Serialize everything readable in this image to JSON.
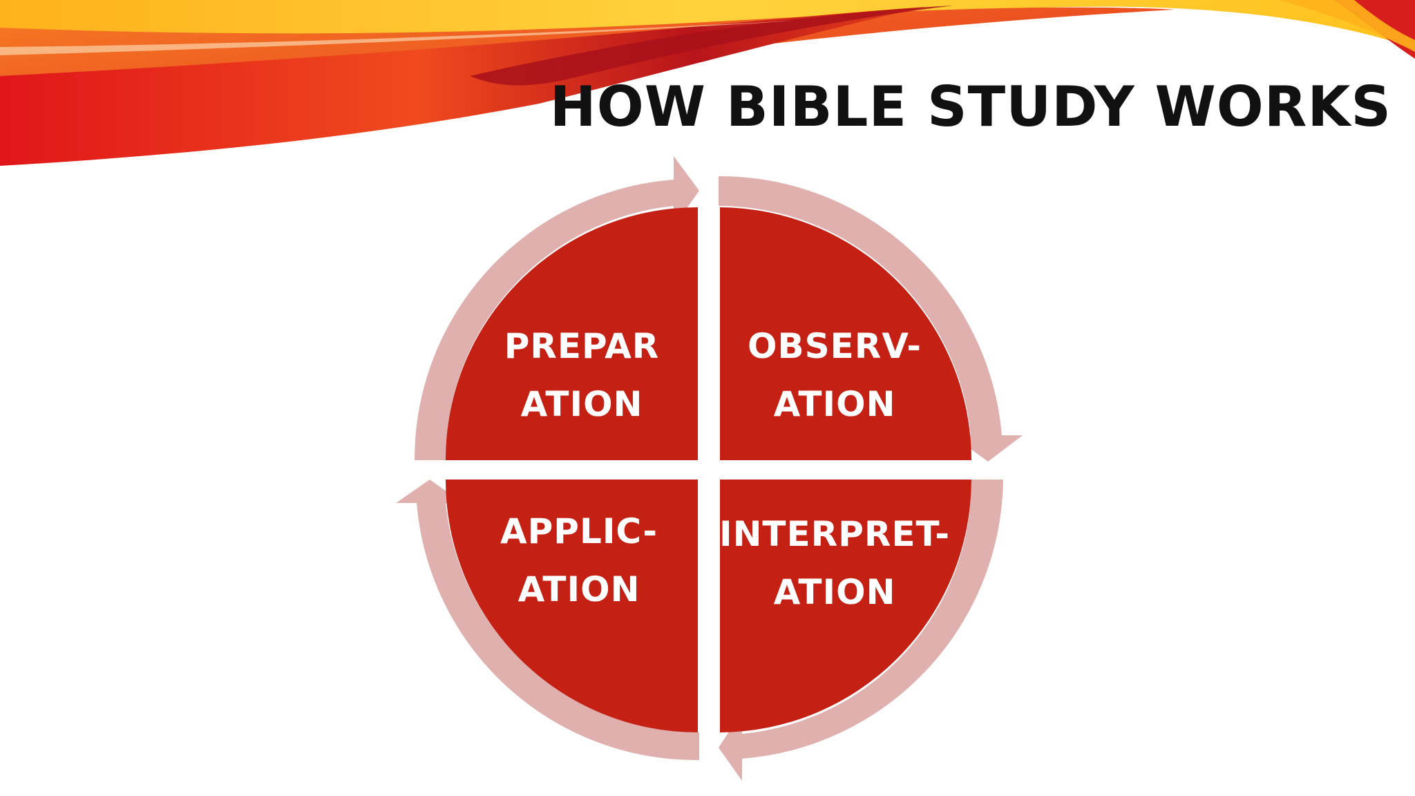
{
  "slide": {
    "title": "HOW BIBLE STUDY WORKS"
  },
  "cycle": {
    "segments": [
      {
        "id": "preparation",
        "line1": "PREPAR",
        "line2": "ATION"
      },
      {
        "id": "observation",
        "line1": "OBSERV-",
        "line2": "ATION"
      },
      {
        "id": "interpretation",
        "line1": "INTERPRET-",
        "line2": "ATION"
      },
      {
        "id": "application",
        "line1": "APPLIC-",
        "line2": "ATION"
      }
    ]
  },
  "colors": {
    "segment_fill": "#C42014",
    "ring_arrow": "#DFB0AE",
    "label_text": "#FFFFFF",
    "title_text": "#111111"
  }
}
